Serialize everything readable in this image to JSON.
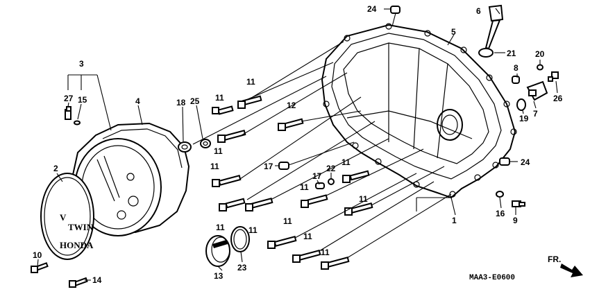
{
  "callouts": {
    "c1": "1",
    "c2": "2",
    "c3": "3",
    "c4": "4",
    "c5": "5",
    "c6": "6",
    "c7": "7",
    "c8": "8",
    "c9": "9",
    "c10": "10",
    "c13": "13",
    "c14": "14",
    "c15": "15",
    "c16": "16",
    "c17": "17",
    "c18": "18",
    "c19": "19",
    "c20": "20",
    "c21": "21",
    "c22": "22",
    "c23": "23",
    "c24": "24",
    "c25": "25",
    "c26": "26",
    "c27": "27",
    "c11": "11",
    "c12": "12"
  },
  "logo": {
    "v": "V",
    "twin": "TWIN",
    "brand": "HONDA"
  },
  "diagram_code": "MAA3-E0600",
  "direction_label": "FR."
}
